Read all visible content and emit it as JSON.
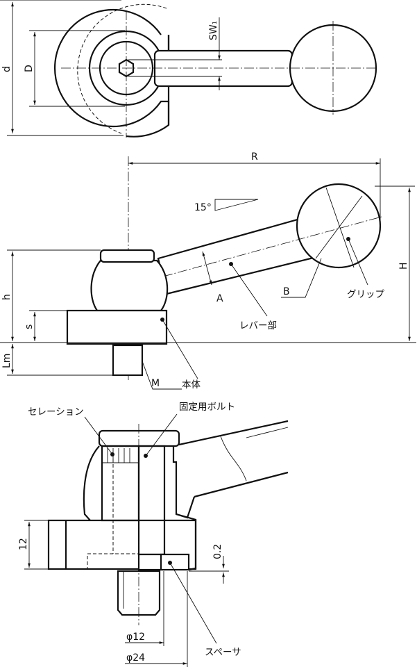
{
  "top_view": {
    "dim_d": "d",
    "dim_D": "D",
    "dim_sw": "SW",
    "dim_sw_sub": "1"
  },
  "side_view": {
    "dim_R": "R",
    "dim_H": "H",
    "dim_h": "h",
    "dim_s": "s",
    "dim_Lm": "Lm",
    "angle": "15°",
    "dim_A": "A",
    "dim_B": "B",
    "dim_M": "M",
    "label_grip": "グリップ",
    "label_lever": "レバー部",
    "label_body": "本体"
  },
  "section_view": {
    "label_serration": "セレーション",
    "label_bolt": "固定用ボルト",
    "label_spacer": "スペーサ",
    "dim_12": "12",
    "dim_02": "0.2",
    "dim_phi12": "φ12",
    "dim_phi24": "φ24"
  }
}
